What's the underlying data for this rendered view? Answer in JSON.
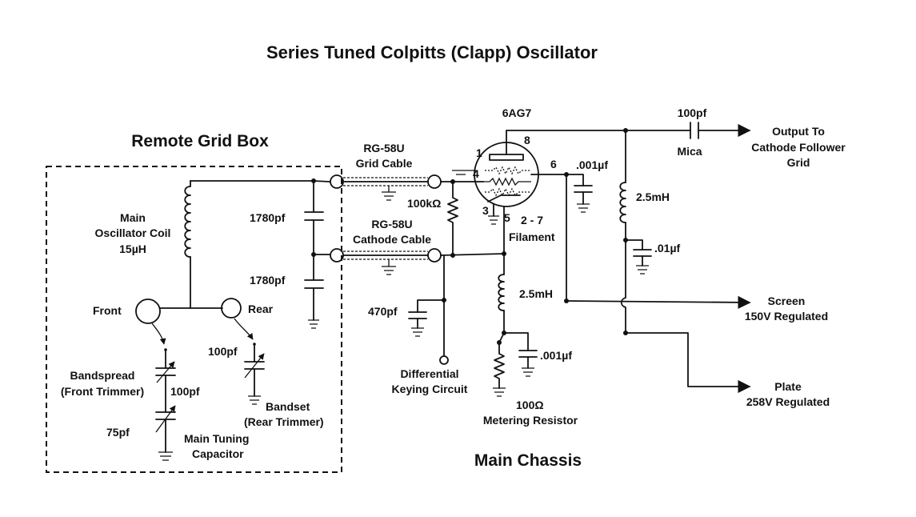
{
  "title": "Series Tuned Colpitts (Clapp) Oscillator",
  "remote_box": {
    "heading": "Remote Grid Box",
    "coil_label": [
      "Main",
      "Oscillator Coil",
      "15µH"
    ],
    "cap_upper": "1780pf",
    "cap_lower": "1780pf",
    "front_label": "Front",
    "rear_label": "Rear",
    "bandspread_label": [
      "Bandspread",
      "(Front Trimmer)"
    ],
    "bandspread_value": "100pf",
    "bandset_value": "100pf",
    "bandset_label": [
      "Bandset",
      "(Rear Trimmer)"
    ],
    "main_tuning_value": "75pf",
    "main_tuning_label": [
      "Main Tuning",
      "Capacitor"
    ]
  },
  "cables": {
    "grid_cable": [
      "RG-58U",
      "Grid Cable"
    ],
    "cathode_cable": [
      "RG-58U",
      "Cathode Cable"
    ]
  },
  "main": {
    "heading": "Main Chassis",
    "tube": "6AG7",
    "pins": [
      "1",
      "8",
      "4",
      "6",
      "3",
      "5"
    ],
    "filament": [
      "2 - 7",
      "Filament"
    ],
    "grid_resistor": "100kΩ",
    "keying_cap": "470pf",
    "keying_label": [
      "Differential",
      "Keying Circuit"
    ],
    "cathode_choke": "2.5mH",
    "meter_bypass": ".001µf",
    "meter_resistor": "100Ω",
    "meter_label": "Metering Resistor",
    "screen_bypass": ".001µf",
    "output_cap": "100pf",
    "output_cap_type": "Mica",
    "output_label": [
      "Output To",
      "Cathode Follower",
      "Grid"
    ],
    "plate_choke": "2.5mH",
    "plate_bypass": ".01µf",
    "screen_supply": [
      "Screen",
      "150V Regulated"
    ],
    "plate_supply": [
      "Plate",
      "258V Regulated"
    ]
  }
}
